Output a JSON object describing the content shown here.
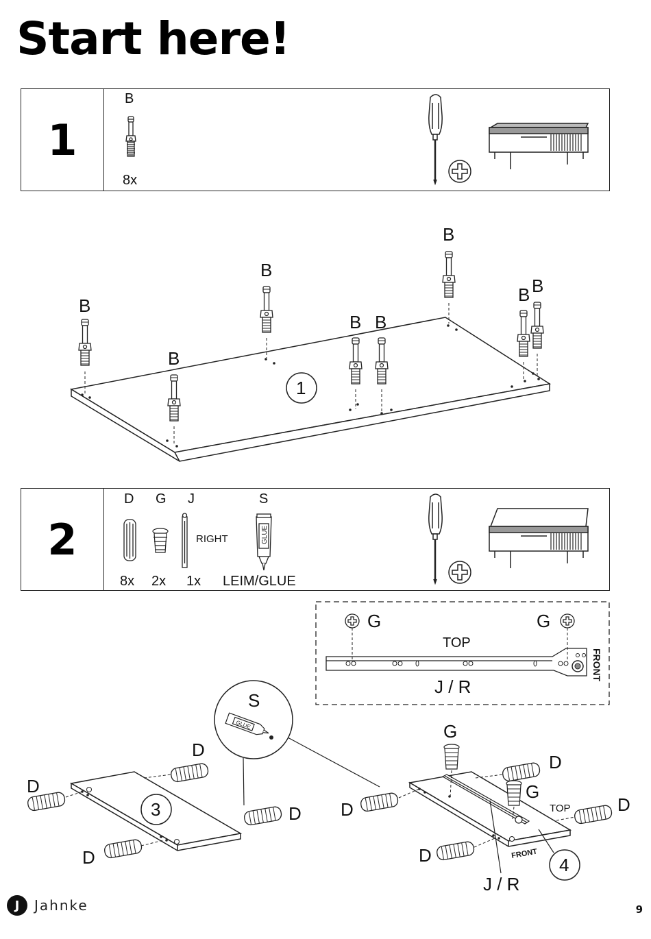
{
  "title": "Start here!",
  "step1": {
    "number": "1",
    "part_label": "B",
    "part_qty": "8x",
    "tool_icon": "screwdriver-icon",
    "phillips_icon": "phillips-head-icon",
    "product_icon": "tv-stand-thumbnail"
  },
  "diagram1": {
    "panel_number": "1",
    "bolt_labels": [
      "B",
      "B",
      "B",
      "B",
      "B",
      "B",
      "B",
      "B"
    ]
  },
  "step2": {
    "number": "2",
    "parts": [
      {
        "label": "D",
        "qty": "8x",
        "icon": "dowel-icon"
      },
      {
        "label": "G",
        "qty": "2x",
        "icon": "cam-lock-icon"
      },
      {
        "label": "J",
        "qty": "1x",
        "icon": "drawer-rail-icon",
        "note": "RIGHT"
      },
      {
        "label": "S",
        "qty": "LEIM/GLUE",
        "icon": "glue-tube-icon"
      }
    ],
    "glue_tube_text": "GLUE"
  },
  "rail_detail": {
    "g_left": "G",
    "g_right": "G",
    "top": "TOP",
    "front": "FRONT",
    "rail_label": "J / R"
  },
  "diagram2": {
    "glue_label": "S",
    "glue_tube_text": "GLUE",
    "panel3_number": "3",
    "panel4_number": "4",
    "panel3_dowels": [
      "D",
      "D",
      "D",
      "D"
    ],
    "panel4_dowels": [
      "D",
      "D",
      "D",
      "D"
    ],
    "g_upper": "G",
    "g_lower": "G",
    "top": "TOP",
    "front": "FRONT",
    "rail_label": "J / R"
  },
  "footer": {
    "brand": "Jahnke",
    "logo_letter": "J",
    "page_number": "9"
  }
}
